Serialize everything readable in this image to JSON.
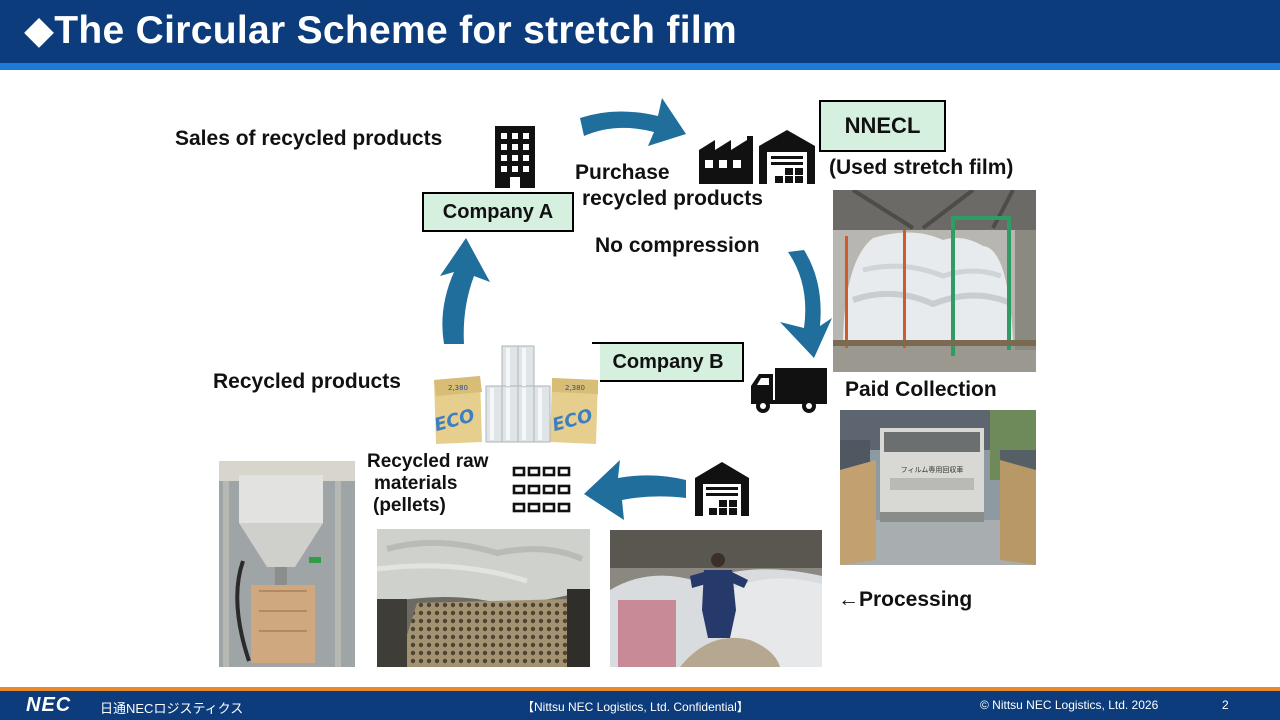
{
  "header": {
    "title": "◆The Circular Scheme for stretch film"
  },
  "labels": {
    "sales": "Sales of recycled products",
    "purchase_1": "Purchase",
    "purchase_2": "recycled products",
    "no_compression": "No compression",
    "used_film": "(Used stretch film)",
    "paid_collection": "Paid Collection",
    "processing": "←Processing",
    "recycled_products": "Recycled products",
    "raw_1": "Recycled raw",
    "raw_2": "materials",
    "raw_3": "(pellets)"
  },
  "boxes": {
    "nnecl": "NNECL",
    "company_a": "Company A",
    "company_b": "Company B"
  },
  "product_boxes": {
    "eco": "ECO",
    "code": "2,380",
    "truck_sign": "フィルム専用回収車"
  },
  "colors": {
    "header_bg": "#0c3c7c",
    "header_stripe": "#1e7ad6",
    "arrow": "#1f6e9c",
    "box_fill": "#d5f0de",
    "footer_accent": "#e8892b"
  },
  "icons": {
    "company_a": "office-building-icon",
    "nnecl": "factory-warehouse-icon",
    "truck": "truck-icon",
    "warehouse": "warehouse-icon",
    "pellets": "pellet-grid-icon"
  },
  "footer": {
    "logo": "NEC",
    "company_jp": "日通NECロジスティクス",
    "confidential": "【Nittsu NEC Logistics, Ltd. Confidential】",
    "copyright": "© Nittsu NEC Logistics, Ltd. 2026",
    "page": "2"
  }
}
